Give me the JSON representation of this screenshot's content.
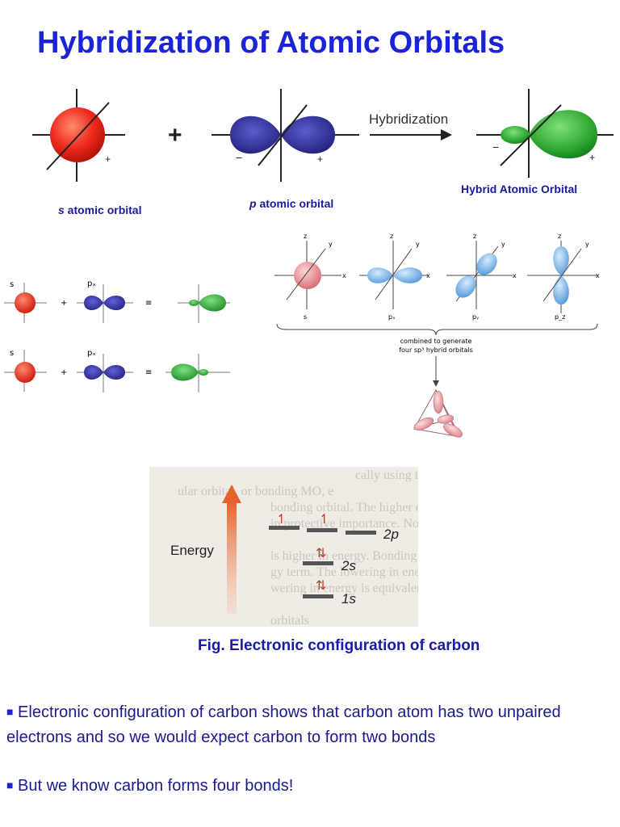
{
  "title": "Hybridization of Atomic Orbitals",
  "top_diagram": {
    "plus": "+",
    "arrow_label": "Hybridization",
    "s_label_prefix": "s",
    "s_label_rest": " atomic orbital",
    "p_label_prefix": "p",
    "p_label_rest": " atomic orbital",
    "hybrid_label": "Hybrid Atomic Orbital",
    "sign_plus": "+",
    "sign_minus": "−"
  },
  "left_diagram": {
    "row1": {
      "s": "s",
      "px": "pₓ",
      "plus": "+",
      "equiv": "≡"
    },
    "row2": {
      "s": "s",
      "px": "pₓ",
      "plus": "+",
      "equiv": "≡"
    }
  },
  "sp3_diagram": {
    "axis_x": "x",
    "axis_y": "y",
    "axis_z": "z",
    "orbitals": [
      "s",
      "pₓ",
      "pᵧ",
      "p_z"
    ],
    "combined_line1": "combined to generate",
    "combined_line2": "four sp³ hybrid orbitals"
  },
  "energy_diagram": {
    "energy_label": "Energy",
    "levels": [
      "2p",
      "2s",
      "1s"
    ],
    "bg_lines": [
      "cally using the LUMO functor",
      "ular orbital, or bonding MO, e",
      "bonding orbital. The higher energy",
      "in protective importance. Noticing",
      "is higher in energy. Bonding",
      "gy term. The lowering in energy",
      "wering in energy is equivalent to",
      "orbitals"
    ]
  },
  "caption": "Fig. Electronic configuration  of carbon",
  "bullets": [
    "Electronic configuration  of carbon shows that carbon atom has two unpaired electrons and so we would expect carbon to form two bonds",
    "But we know carbon forms four bonds!"
  ],
  "colors": {
    "title": "#1a24d6",
    "s_orbital": "#e8332a",
    "p_orbital": "#2b2a8f",
    "hybrid": "#2ea836",
    "sp3_blue": "#7fb6e6"
  }
}
